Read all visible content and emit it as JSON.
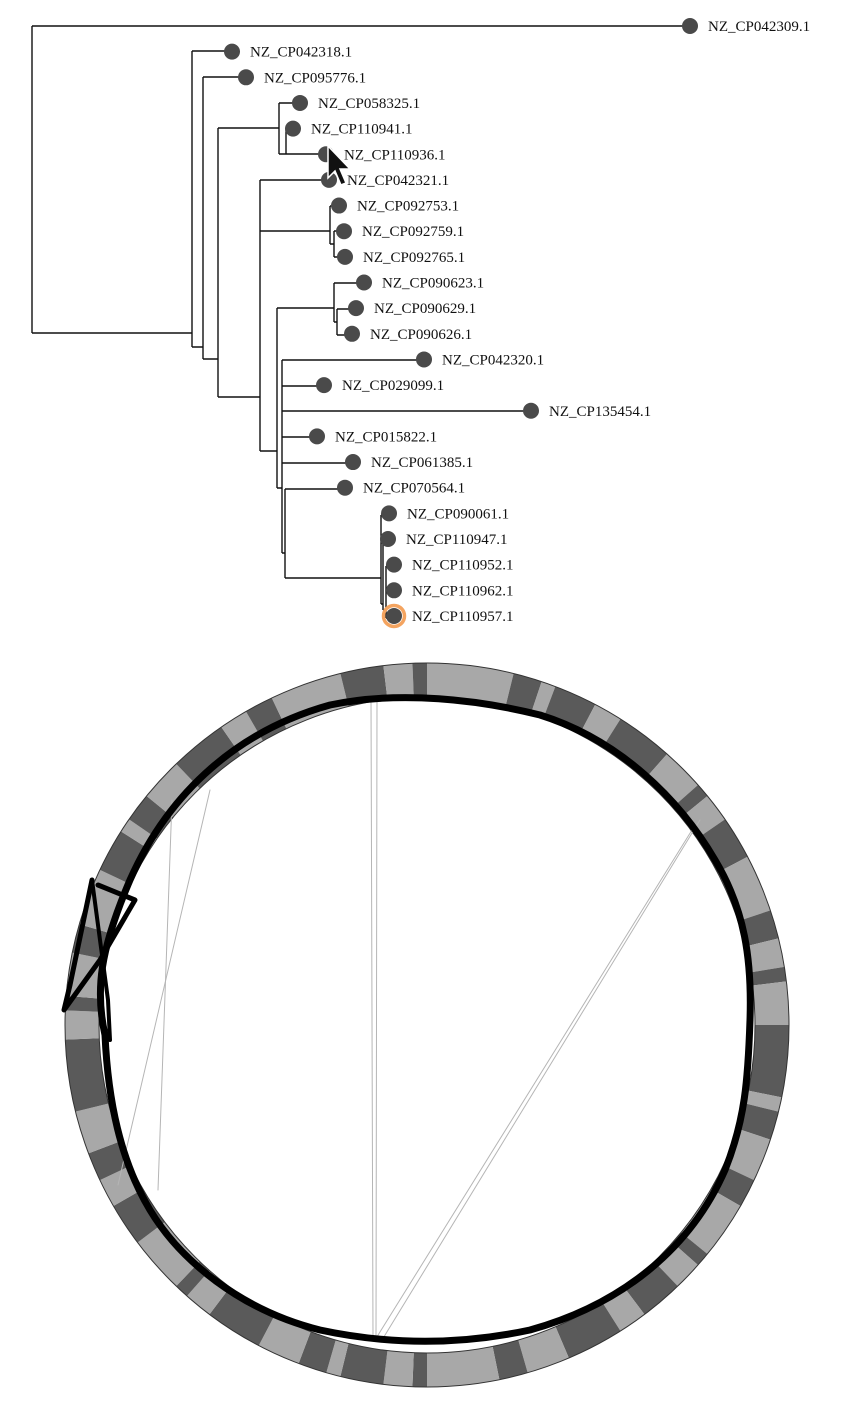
{
  "tree": {
    "leaves": [
      {
        "id": "NZ_CP042309.1",
        "state": "normal"
      },
      {
        "id": "NZ_CP042318.1",
        "state": "normal"
      },
      {
        "id": "NZ_CP095776.1",
        "state": "normal"
      },
      {
        "id": "NZ_CP058325.1",
        "state": "normal"
      },
      {
        "id": "NZ_CP110941.1",
        "state": "normal"
      },
      {
        "id": "NZ_CP110936.1",
        "state": "selected"
      },
      {
        "id": "NZ_CP042321.1",
        "state": "normal"
      },
      {
        "id": "NZ_CP092753.1",
        "state": "normal"
      },
      {
        "id": "NZ_CP092759.1",
        "state": "normal"
      },
      {
        "id": "NZ_CP092765.1",
        "state": "normal"
      },
      {
        "id": "NZ_CP090623.1",
        "state": "normal"
      },
      {
        "id": "NZ_CP090629.1",
        "state": "normal"
      },
      {
        "id": "NZ_CP090626.1",
        "state": "normal"
      },
      {
        "id": "NZ_CP042320.1",
        "state": "normal"
      },
      {
        "id": "NZ_CP029099.1",
        "state": "normal"
      },
      {
        "id": "NZ_CP135454.1",
        "state": "normal"
      },
      {
        "id": "NZ_CP015822.1",
        "state": "normal"
      },
      {
        "id": "NZ_CP061385.1",
        "state": "normal"
      },
      {
        "id": "NZ_CP070564.1",
        "state": "normal"
      },
      {
        "id": "NZ_CP090061.1",
        "state": "normal"
      },
      {
        "id": "NZ_CP110947.1",
        "state": "normal"
      },
      {
        "id": "NZ_CP110952.1",
        "state": "normal"
      },
      {
        "id": "NZ_CP110962.1",
        "state": "normal"
      },
      {
        "id": "NZ_CP110957.1",
        "state": "highlighted"
      }
    ]
  },
  "colors": {
    "dot": "#4a4a4a",
    "selected": "#e8262b",
    "highlight_ring": "#f4a460",
    "ring_dark": "#5a5a5a",
    "ring_light": "#a8a8a8",
    "ribbon": "#000000",
    "link": "#b5b5b5"
  },
  "circos": {
    "ring_segments": [
      {
        "shade": "light",
        "span": 6
      },
      {
        "shade": "dark",
        "span": 2
      },
      {
        "shade": "light",
        "span": 1
      },
      {
        "shade": "dark",
        "span": 3
      },
      {
        "shade": "light",
        "span": 2
      },
      {
        "shade": "dark",
        "span": 4
      },
      {
        "shade": "light",
        "span": 3
      },
      {
        "shade": "dark",
        "span": 1
      },
      {
        "shade": "light",
        "span": 2
      },
      {
        "shade": "dark",
        "span": 3
      },
      {
        "shade": "light",
        "span": 4
      },
      {
        "shade": "dark",
        "span": 2
      },
      {
        "shade": "light",
        "span": 2
      },
      {
        "shade": "dark",
        "span": 1
      },
      {
        "shade": "light",
        "span": 3
      },
      {
        "shade": "dark",
        "span": 5
      },
      {
        "shade": "light",
        "span": 1
      },
      {
        "shade": "dark",
        "span": 2
      },
      {
        "shade": "light",
        "span": 3
      },
      {
        "shade": "dark",
        "span": 2
      },
      {
        "shade": "light",
        "span": 4
      },
      {
        "shade": "dark",
        "span": 1
      },
      {
        "shade": "light",
        "span": 2
      },
      {
        "shade": "dark",
        "span": 3
      },
      {
        "shade": "light",
        "span": 2
      },
      {
        "shade": "dark",
        "span": 4
      },
      {
        "shade": "light",
        "span": 3
      },
      {
        "shade": "dark",
        "span": 2
      },
      {
        "shade": "light",
        "span": 5
      },
      {
        "shade": "dark",
        "span": 1
      },
      {
        "shade": "light",
        "span": 2
      },
      {
        "shade": "dark",
        "span": 3
      },
      {
        "shade": "light",
        "span": 1
      },
      {
        "shade": "dark",
        "span": 2
      },
      {
        "shade": "light",
        "span": 3
      },
      {
        "shade": "dark",
        "span": 4
      },
      {
        "shade": "light",
        "span": 2
      },
      {
        "shade": "dark",
        "span": 1
      },
      {
        "shade": "light",
        "span": 4
      },
      {
        "shade": "dark",
        "span": 3
      },
      {
        "shade": "light",
        "span": 2
      },
      {
        "shade": "dark",
        "span": 2
      },
      {
        "shade": "light",
        "span": 3
      },
      {
        "shade": "dark",
        "span": 5
      },
      {
        "shade": "light",
        "span": 2
      },
      {
        "shade": "dark",
        "span": 1
      },
      {
        "shade": "light",
        "span": 3
      },
      {
        "shade": "dark",
        "span": 2
      },
      {
        "shade": "light",
        "span": 4
      },
      {
        "shade": "dark",
        "span": 3
      },
      {
        "shade": "light",
        "span": 1
      },
      {
        "shade": "dark",
        "span": 2
      },
      {
        "shade": "light",
        "span": 3
      },
      {
        "shade": "dark",
        "span": 4
      },
      {
        "shade": "light",
        "span": 2
      },
      {
        "shade": "dark",
        "span": 2
      },
      {
        "shade": "light",
        "span": 5
      },
      {
        "shade": "dark",
        "span": 3
      },
      {
        "shade": "light",
        "span": 2
      },
      {
        "shade": "dark",
        "span": 1
      }
    ]
  }
}
